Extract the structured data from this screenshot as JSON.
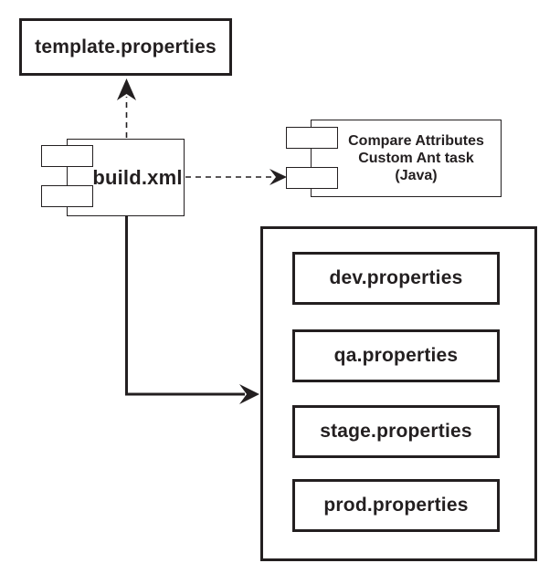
{
  "diagram": {
    "colors": {
      "ink": "#231f20",
      "background": "#ffffff"
    },
    "template_box": {
      "label": "template.properties"
    },
    "build_component": {
      "label": "build.xml"
    },
    "ant_task_component": {
      "line1": "Compare Attributes",
      "line2": "Custom Ant task",
      "line3": "(Java)"
    },
    "environment_files": [
      {
        "label": "dev.properties"
      },
      {
        "label": "qa.properties"
      },
      {
        "label": "stage.properties"
      },
      {
        "label": "prod.properties"
      }
    ]
  }
}
